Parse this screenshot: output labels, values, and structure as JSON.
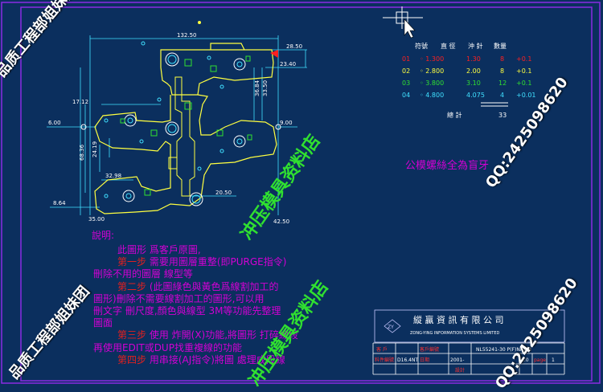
{
  "table": {
    "headers": [
      "符號",
      "直 徑",
      "沖 針",
      "數量"
    ],
    "rows": [
      {
        "code": "01",
        "diam": "◦ 1.300",
        "punch": "1.30",
        "qty": "8",
        "extra": "+0.1"
      },
      {
        "code": "02",
        "diam": "◦ 2.800",
        "punch": "2.00",
        "qty": "8",
        "extra": "+0.1"
      },
      {
        "code": "03",
        "diam": "◦ 3.800",
        "punch": "3.10",
        "qty": "12",
        "extra": "+0.1"
      },
      {
        "code": "04",
        "diam": "◦ 4.800",
        "punch": "4.075",
        "qty": "4",
        "extra": "+0.01"
      }
    ],
    "total_label": "總 計",
    "total_value": "33"
  },
  "drawing": {
    "dims": {
      "top": "132.50",
      "left_a": "17.12",
      "left_b": "6.00",
      "left_c": "8.64",
      "left_d": "42.50",
      "right_a": "9.00",
      "right_b": "23.40",
      "right_c": "28.50",
      "bottom_a": "35.00",
      "bottom_b": "32.98",
      "bottom_c": "20.50",
      "r1": "24.19",
      "r2": "33.50",
      "r3": "36.84",
      "r4": "68.36"
    }
  },
  "note_right": "公模螺絲全為盲牙",
  "instructions": {
    "title": "說明:",
    "lines": [
      {
        "text": "此圖形 爲客戶原圖,",
        "color": "#d400d4"
      },
      {
        "text": "第一步 需要用圖層重整(即PURGE指令)",
        "color": "#d400d4",
        "prefix": "第一步",
        "prefix_color": "#e02020"
      },
      {
        "text": "刪除不用的圖層 線型等",
        "color": "#d400d4"
      },
      {
        "text": "第二步 (此圖綠色與黃色爲線割加工的",
        "color": "#d400d4",
        "prefix": "第二步",
        "prefix_color": "#e02020"
      },
      {
        "text": "圖形)刪除不需要線割加工的圖形,可以用",
        "color": "#d400d4"
      },
      {
        "text": "刪文字 刪尺度,顏色與線型 3M等功能先整理",
        "color": "#d400d4"
      },
      {
        "text": "圖面",
        "color": "#d400d4"
      },
      {
        "text": "第三步 使用 炸開(X)功能,將圖形 打碎線段",
        "color": "#d400d4",
        "prefix": "第三步",
        "prefix_color": "#e02020"
      },
      {
        "text": "再使用EDIT或DUP找重複線的功能",
        "color": "#d400d4"
      },
      {
        "text": "第四步 用串接(AJ指令)將圖 處理成段線",
        "color": "#d400d4",
        "prefix": "第四步",
        "prefix_color": "#e02020"
      }
    ]
  },
  "titleblock": {
    "company": "縱 贏 資 訊 有 限 公 司",
    "company_en": "ZONG-YING INFORMATION SYSTEMS LIMITED",
    "logo": "ZY",
    "row1": [
      "客 戶",
      "",
      "客戶編號",
      "NL55241-30 P(F)NNJA3"
    ],
    "row2": [
      "料件編號",
      "D16.4NT",
      "日期",
      "2001-",
      "",
      "1.0",
      "page",
      "1"
    ],
    "row3": [
      "",
      "",
      "",
      "設計",
      "",
      "",
      "",
      ""
    ]
  },
  "watermarks": {
    "dept": "品质工程部姐妹团",
    "shop": "冲压模具资料店",
    "qq": "QQ:2425098620"
  },
  "colors": {
    "bg": "#0b2f5e",
    "frame": "#8a2be2",
    "yellow": "#ffff40",
    "green": "#30e030",
    "cyan": "#40e0ff",
    "white": "#e8e8ff",
    "red": "#ff2020",
    "magenta": "#d400d4"
  }
}
